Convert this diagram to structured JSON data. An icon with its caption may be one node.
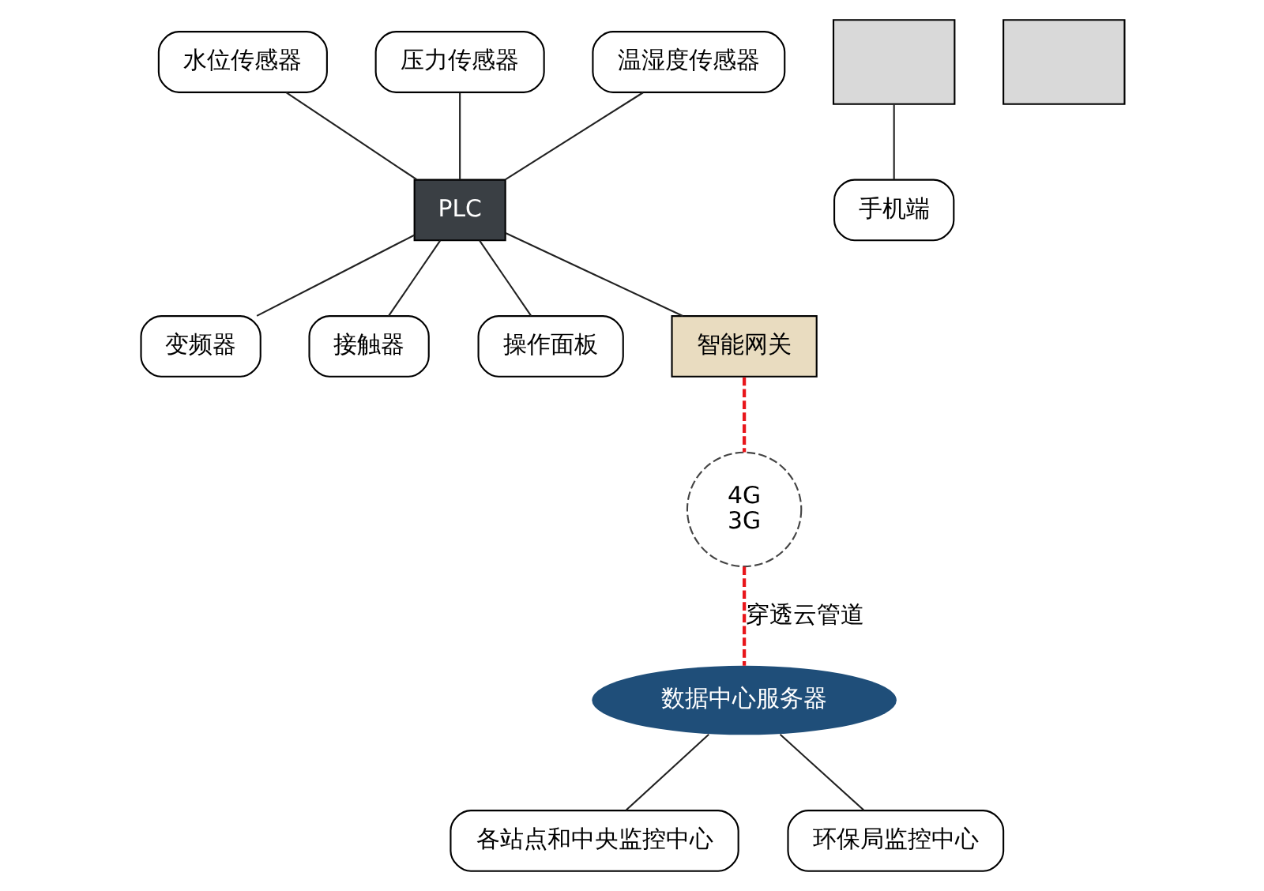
{
  "diagram": {
    "nodes": [
      {
        "text": [
          "水位传感器"
        ]
      },
      {
        "text": [
          "压力传感器"
        ]
      },
      {
        "text": [
          "温湿度传感器"
        ]
      },
      {
        "text": [
          "PLC"
        ]
      },
      {
        "text": [
          "变频器"
        ]
      },
      {
        "text": [
          "接触器"
        ]
      },
      {
        "text": [
          "操作面板"
        ]
      },
      {
        "text": [
          "4G",
          "3G"
        ]
      },
      {
        "text": [
          "智能网关"
        ]
      },
      {
        "text": [
          "数据中心服务器"
        ]
      },
      {
        "text": [
          "各站点和中央监控中心"
        ]
      },
      {
        "text": [
          "环保局监控中心"
        ]
      },
      {
        "text": [],
        "shape": "box"
      },
      {
        "text": [
          "手机端"
        ]
      },
      {
        "text": [],
        "shape": "box"
      }
    ],
    "edges": [
      {
        "from": 0,
        "to": 3,
        "arrow": "none"
      },
      {
        "from": 1,
        "to": 3,
        "arrow": "none"
      },
      {
        "from": 2,
        "to": 3,
        "arrow": "none"
      },
      {
        "from": 3,
        "to": 4,
        "arrow": "none"
      },
      {
        "from": 3,
        "to": 5,
        "arrow": "none"
      },
      {
        "from": 3,
        "to": 6,
        "arrow": "none"
      },
      {
        "from": 3,
        "to": 8,
        "arrow": "none"
      },
      {
        "from": 8,
        "to": 7,
        "arrow": "none",
        "style": "dashed",
        "color": "#e8161b"
      },
      {
        "from": 7,
        "to": 9,
        "arrow": "none",
        "label": "穿透云管道",
        "style": "dashed",
        "color": "#e8161b"
      },
      {
        "from": 9,
        "to": 10,
        "arrow": "none"
      },
      {
        "from": 9,
        "to": 11,
        "arrow": "none"
      },
      {
        "from": 12,
        "to": 13,
        "arrow": "none"
      }
    ]
  }
}
